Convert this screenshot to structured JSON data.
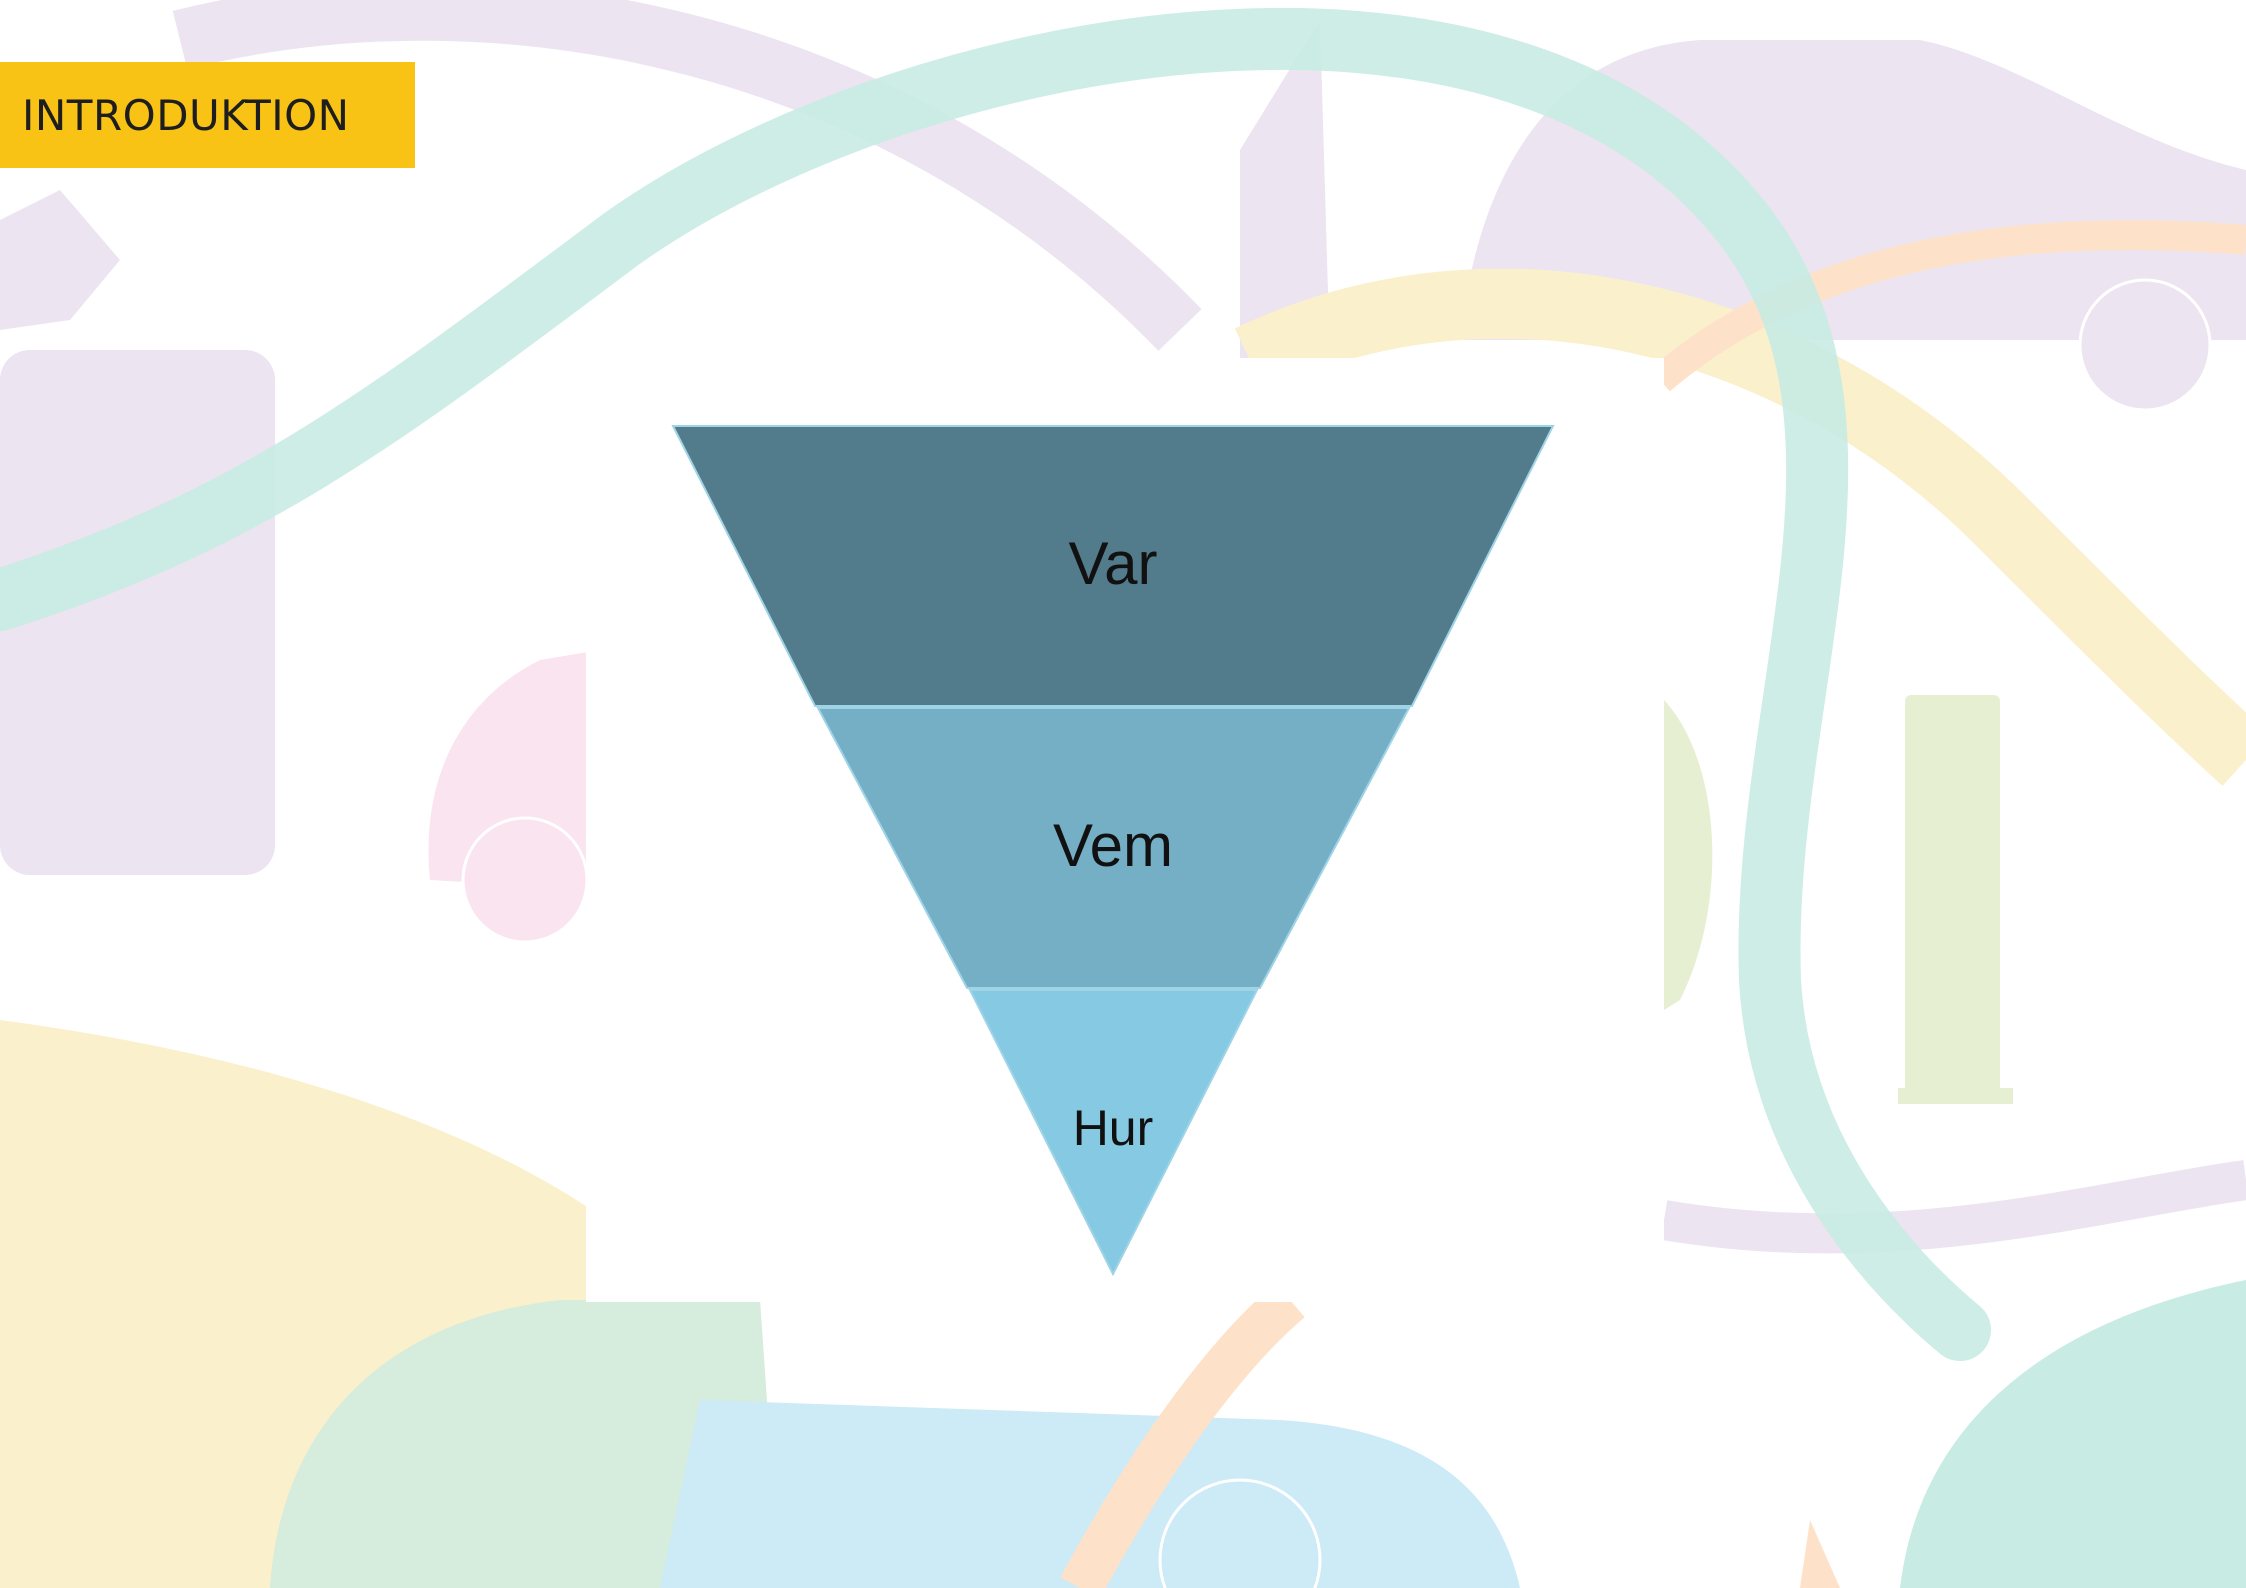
{
  "header": {
    "section_label": "INTRODUKTION"
  },
  "diagram": {
    "type": "inverted-funnel",
    "levels": [
      {
        "label": "Var",
        "color": "#527b8b"
      },
      {
        "label": "Vem",
        "color": "#75afc5"
      },
      {
        "label": "Hur",
        "color": "#85c9e3"
      }
    ]
  },
  "background": {
    "description_colors": [
      "#c8ebe3",
      "#ece4f1",
      "#fbf0cc",
      "#cdeaf7",
      "#e7efd3",
      "#f9e4ef",
      "#fde2c9"
    ]
  }
}
